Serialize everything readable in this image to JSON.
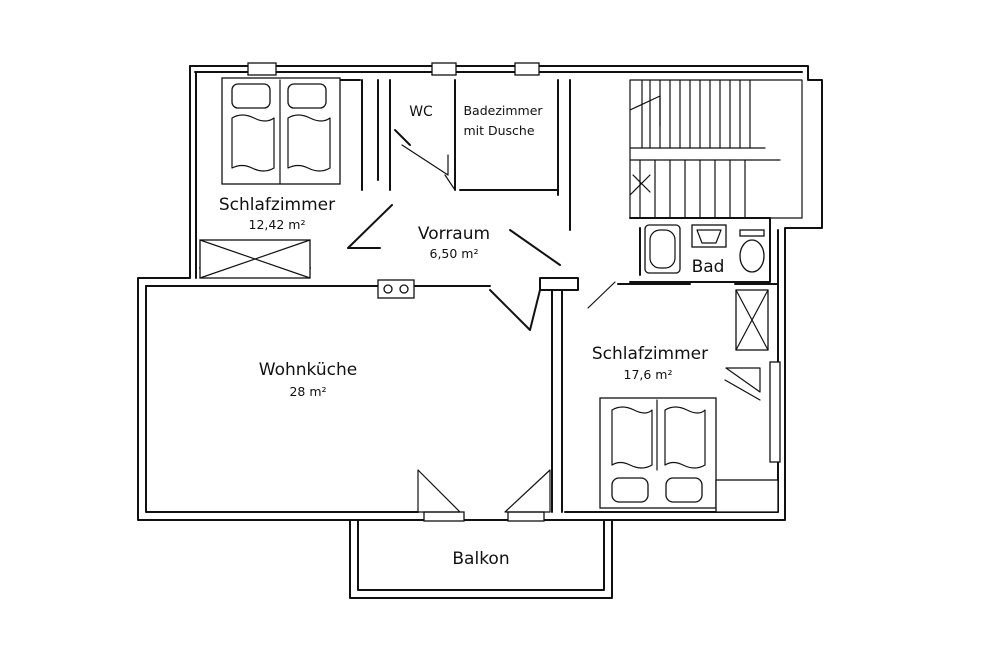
{
  "rooms": {
    "schlafzimmer_1": {
      "name": "Schlafzimmer",
      "area": "12,42 m²"
    },
    "wc": {
      "name": "WC"
    },
    "badezimmer": {
      "line1": "Badezimmer",
      "line2": "mit Dusche"
    },
    "vorraum": {
      "name": "Vorraum",
      "area": "6,50 m²"
    },
    "bad": {
      "name": "Bad"
    },
    "wohnkueche": {
      "name": "Wohnküche",
      "area": "28 m²"
    },
    "schlafzimmer_2": {
      "name": "Schlafzimmer",
      "area": "17,6 m²"
    },
    "balkon": {
      "name": "Balkon"
    }
  }
}
